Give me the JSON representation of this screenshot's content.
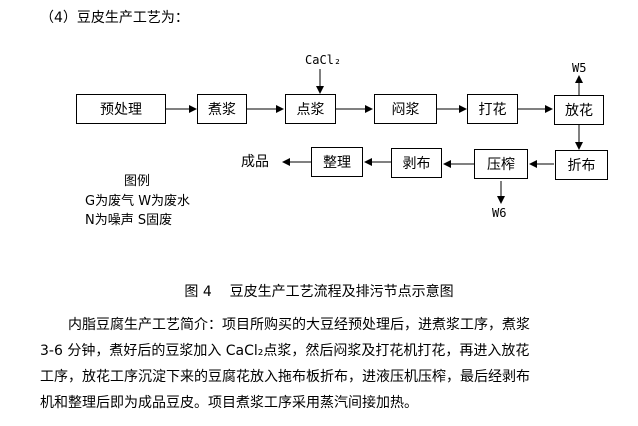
{
  "heading": "（4）豆皮生产工艺为：",
  "flow": {
    "row1": [
      "预处理",
      "煮浆",
      "点浆",
      "闷浆",
      "打花",
      "放花"
    ],
    "row2": [
      "折布",
      "压榨",
      "剥布",
      "整理"
    ],
    "product": "成品",
    "cacl2": "CaCl₂",
    "w5": "W5",
    "w6": "W6"
  },
  "legend": {
    "title": "图例",
    "line1": "G为废气 W为废水",
    "line2": "N为噪声 S固废"
  },
  "caption": "图 4    豆皮生产工艺流程及排污节点示意图",
  "paragraph": [
    "内脂豆腐生产工艺简介：项目所购买的大豆经预处理后，进煮浆工序，煮浆",
    "3-6 分钟，煮好后的豆浆加入 CaCl₂点浆，然后闷浆及打花机打花，再进入放花",
    "工序，放花工序沉淀下来的豆腐花放入拖布板折布，进液压机压榨，最后经剥布",
    "机和整理后即为成品豆皮。项目煮浆工序采用蒸汽间接加热。"
  ]
}
